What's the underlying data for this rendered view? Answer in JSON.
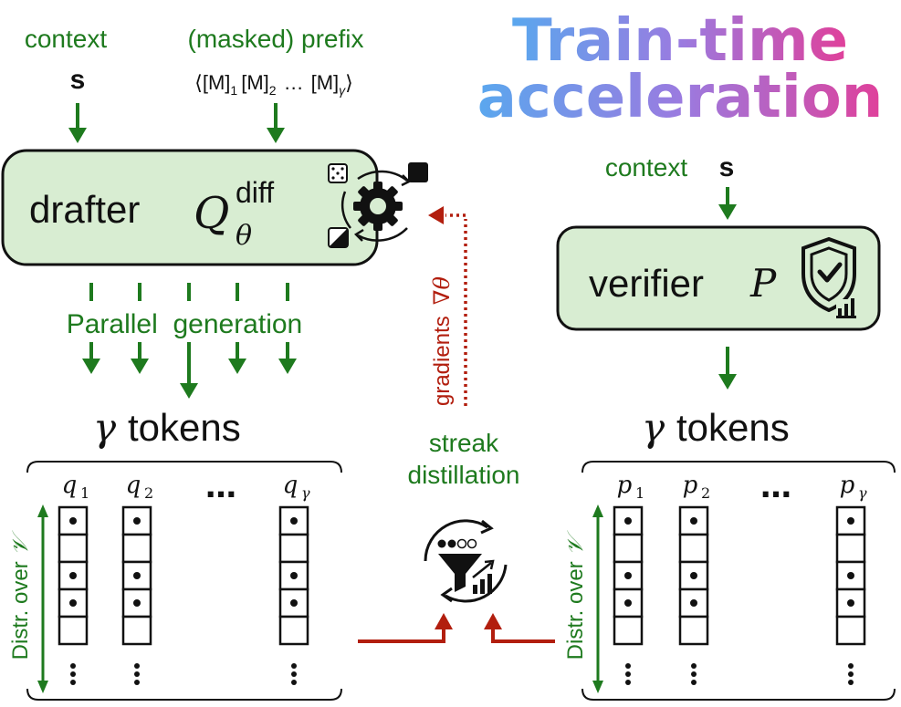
{
  "title": {
    "line1": "Train-time",
    "line2": "acceleration",
    "gradient": [
      "#5aa7ee",
      "#9a7be0",
      "#e0409a"
    ]
  },
  "colors": {
    "green": "#1e7a1e",
    "box_fill": "#d8edd2",
    "red": "#b21e0e",
    "black": "#111111"
  },
  "left": {
    "context_label": "context",
    "context_symbol": "s",
    "prefix_label": "(masked) prefix",
    "prefix_seq": {
      "open": "⟨",
      "m": "[M]",
      "sub1": "1",
      "sub2": "2",
      "dots": "…",
      "subg": "γ",
      "close": "⟩"
    },
    "drafter_label": "drafter",
    "drafter_symbol": "Q",
    "drafter_sup": "diff",
    "drafter_sub": "θ",
    "parallel_label": "Parallel  generation",
    "tokens_gamma": "γ",
    "tokens_label": "tokens",
    "dist_labels": [
      "q",
      "q",
      "…",
      "q"
    ],
    "dist_subs": [
      "1",
      "2",
      "",
      "γ"
    ],
    "axis_label": "Distr. over",
    "axis_symbol": "𝒱"
  },
  "middle": {
    "gradients_label": "gradients",
    "gradients_symbol": "∇θ",
    "streak_line1": "streak",
    "streak_line2": "distillation",
    "icon": "funnel-distillation-icon"
  },
  "right": {
    "context_label": "context",
    "context_symbol": "s",
    "verifier_label": "verifier",
    "verifier_symbol": "P",
    "tokens_gamma": "γ",
    "tokens_label": "tokens",
    "dist_labels": [
      "p",
      "p",
      "…",
      "p"
    ],
    "dist_subs": [
      "1",
      "2",
      "",
      "γ"
    ],
    "axis_label": "Distr. over",
    "axis_symbol": "𝒱"
  }
}
